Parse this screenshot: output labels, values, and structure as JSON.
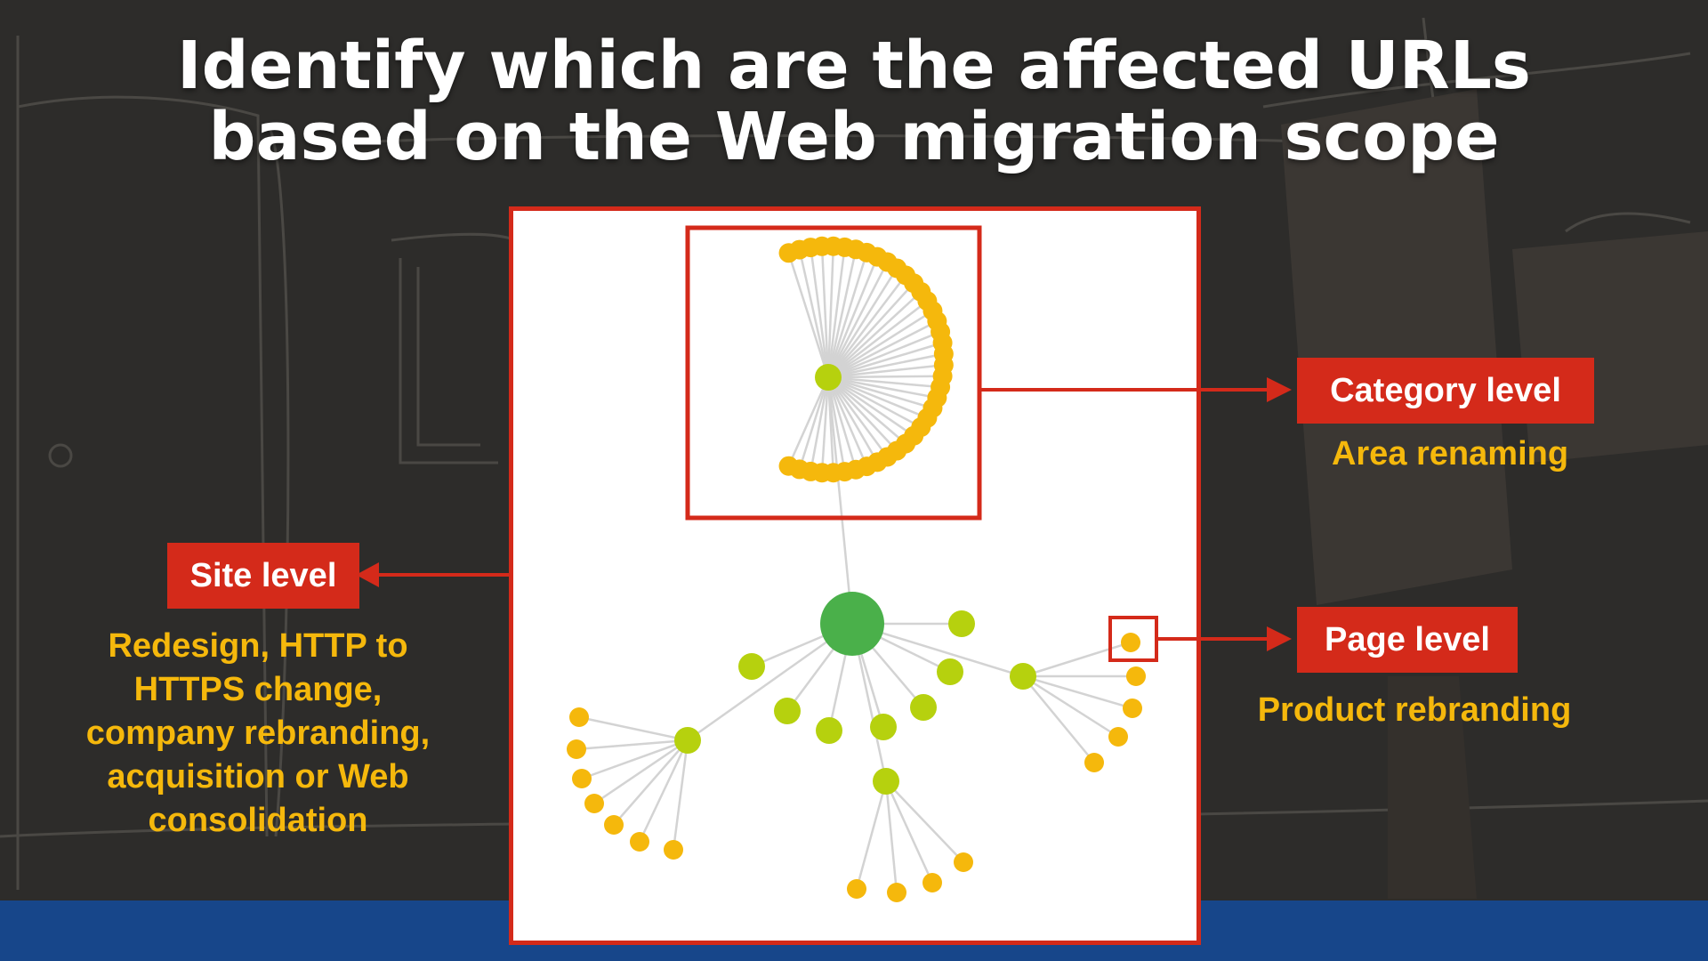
{
  "title": {
    "line1": "Identify which are the affected URLs",
    "line2": "based on the Web migration scope"
  },
  "levels": {
    "site": {
      "label": "Site level",
      "description": "Redesign, HTTP to HTTPS  change, company rebranding, acquisition or Web consolidation"
    },
    "category": {
      "label": "Category level",
      "description": "Area renaming"
    },
    "page": {
      "label": "Page level",
      "description": "Product rebranding"
    }
  },
  "colors": {
    "accent_red": "#d42a1a",
    "root_node": "#4ab04a",
    "category_node": "#b6d10e",
    "page_node": "#f5b80c",
    "edge": "#d3d3d3",
    "band_blue": "#17468a"
  }
}
